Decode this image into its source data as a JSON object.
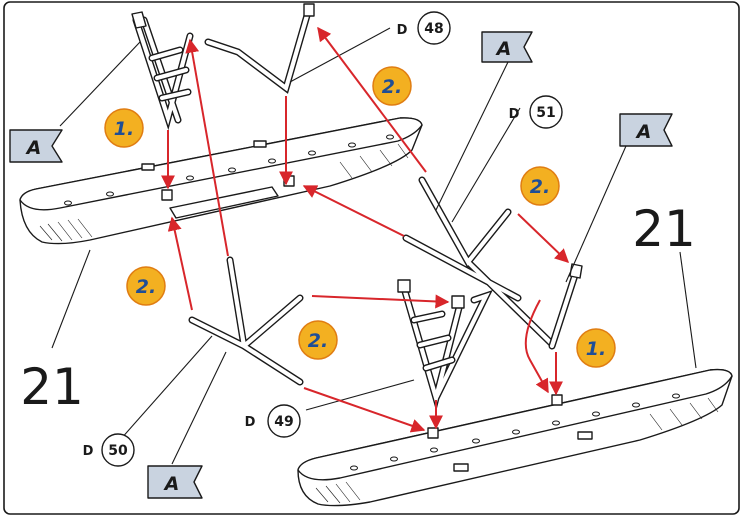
{
  "part_numbers": [
    "21",
    "21"
  ],
  "part_labels": [
    {
      "prefix": "D",
      "number": "48"
    },
    {
      "prefix": "D",
      "number": "51"
    },
    {
      "prefix": "D",
      "number": "50"
    },
    {
      "prefix": "D",
      "number": "49"
    }
  ],
  "steps": [
    "1.",
    "2.",
    "2.",
    "2.",
    "2.",
    "1."
  ],
  "reference_flags": [
    "A",
    "A",
    "A",
    "A"
  ],
  "colors": {
    "arrow": "#d8262b",
    "step_badge": "#f3b021",
    "step_text": "#1f4e96",
    "flag": "#c9d3e0",
    "line": "#1a1a1a"
  }
}
